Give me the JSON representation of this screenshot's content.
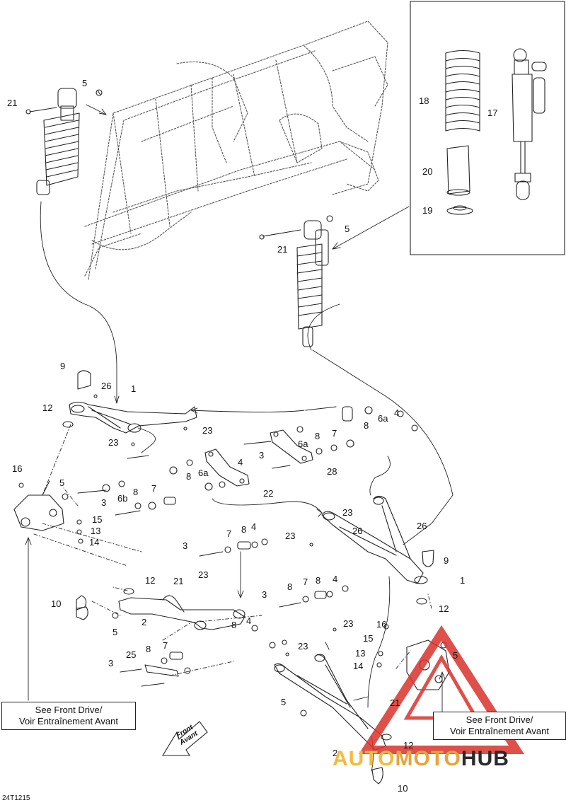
{
  "diagram_id": "24T1215",
  "callouts": {
    "c21_top": "21",
    "c5_top": "5",
    "c18": "18",
    "c17": "17",
    "c20": "20",
    "c19": "19",
    "c5_shock": "5",
    "c21_shock": "21",
    "c9_left": "9",
    "c26_left": "26",
    "c1_left": "1",
    "c12_left": "12",
    "c23_a": "23",
    "c23_b": "23",
    "c4_a": "4",
    "c6a_a": "6a",
    "c8_a": "8",
    "c7_a": "7",
    "c8_b": "8",
    "c6a_b": "6a",
    "c3_a": "3",
    "c28": "28",
    "c16_left": "16",
    "c5_left": "5",
    "c6a_c": "6a",
    "c4_b": "4",
    "c8_c": "8",
    "c3_b": "3",
    "c6b": "6b",
    "c8_d": "8",
    "c7_b": "7",
    "c22": "22",
    "c15_left": "15",
    "c13_left": "13",
    "c14_left": "14",
    "c23_c": "23",
    "c26_r1": "26",
    "c26_r2": "26",
    "c23_d": "23",
    "c9_right": "9",
    "c1_right": "1",
    "c12_right": "12",
    "c8_e": "8",
    "c7_c": "7",
    "c4_c": "4",
    "c3_c": "3",
    "c23_e": "23",
    "c21_mid": "21",
    "c12_mid": "12",
    "c8_f": "8",
    "c7_d": "7",
    "c4_d": "4",
    "c3_d": "3",
    "c10_left": "10",
    "c5_mid": "5",
    "c2_left": "2",
    "c8_g": "8",
    "c4_e": "4",
    "c23_f": "23",
    "c23_g": "23",
    "c25": "25",
    "c8_h": "8",
    "c7_e": "7",
    "c3_e": "3",
    "c16_right": "16",
    "c15_right": "15",
    "c13_right": "13",
    "c14_right": "14",
    "c5_right": "5",
    "c5_low": "5",
    "c21_low": "21",
    "c2_right": "2",
    "c12_low": "12",
    "c10_right": "10"
  },
  "notes": {
    "left_line1": "See Front Drive/",
    "left_line2": "Voir Entraînement Avant",
    "right_line1": "See Front Drive/",
    "right_line2": "Voir Entraînement Avant"
  },
  "front_badge": {
    "line1": "Front",
    "line2": "Avant"
  },
  "watermark": {
    "part1": "AUTO",
    "part2": "MOTO",
    "part3": "HUB"
  },
  "colors": {
    "line": "#222222",
    "frame": "#555555",
    "watermark_red": "#d9322a",
    "watermark_orange": "#f6b93b"
  }
}
